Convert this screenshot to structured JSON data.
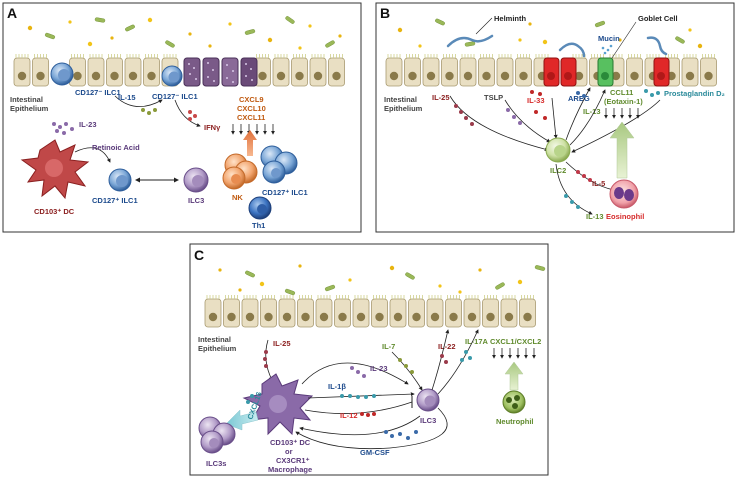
{
  "colors": {
    "dark_red": "#8c2020",
    "red": "#d62b2b",
    "blue_text": "#1c4a8c",
    "purple_text": "#5a3a7a",
    "orange_text": "#c05a10",
    "green_text": "#5f8a2c",
    "teal_text": "#2a8a9a",
    "cell_fill": "#e9dfc3",
    "nucleus": "#8a7a4a",
    "cilia": "#cfcf8a"
  },
  "panels": [
    {
      "letter": "A",
      "labels": {
        "epithelium_line1": "Intestinal",
        "epithelium_line2": "Epithelium",
        "ilc1_top": "CD127⁻ ILC1",
        "il15": "IL-15",
        "ilc1_mid": "CD127⁻ ILC1",
        "ifng": "IFNγ",
        "cxcl9": "CXCL9",
        "cxcl10": "CXCL10",
        "cxcl11": "CXCL11",
        "il23": "IL-23",
        "retinoic_acid": "Retinoic Acid",
        "ilc1_pos": "CD127⁺ ILC1",
        "ilc3": "ILC3",
        "nk": "NK",
        "ilc1_pos_right": "CD127⁺ ILC1",
        "th1": "Th1",
        "dc": "CD103⁺ DC"
      }
    },
    {
      "letter": "B",
      "labels": {
        "helminth": "Helminth",
        "goblet_cell": "Goblet Cell",
        "mucin": "Mucin",
        "epithelium_line1": "Intestinal",
        "epithelium_line2": "Epithelium",
        "il25": "IL-25",
        "tslp": "TSLP",
        "il33": "IL-33",
        "areg": "AREG",
        "il13_top": "IL-13",
        "ccl11_line1": "CCL11",
        "ccl11_line2": "(Eotaxin-1)",
        "prostaglandin": "Prostaglandin D₂",
        "ilc2": "ILC2",
        "il5": "IL-5",
        "il13_bottom": "IL-13",
        "eosinophil": "Eosinophil"
      }
    },
    {
      "letter": "C",
      "labels": {
        "epithelium_line1": "Intestinal",
        "epithelium_line2": "Epithelium",
        "il25": "IL-25",
        "il7": "IL-7",
        "il22": "IL-22",
        "il17a": "IL-17A",
        "cxcl": "CXCL1/CXCL2",
        "il1b": "IL-1β",
        "il23": "IL-23",
        "il12": "IL-12",
        "ilc3": "ILC3",
        "neutrophil": "Neutrophil",
        "cxcl16": "CXCL16",
        "ilc3s": "ILC3s",
        "dc_line1": "CD103⁺ DC",
        "dc_line2": "or",
        "dc_line3": "CX3CR1⁺",
        "dc_line4": "Macrophage",
        "gmcsf": "GM-CSF"
      }
    }
  ]
}
